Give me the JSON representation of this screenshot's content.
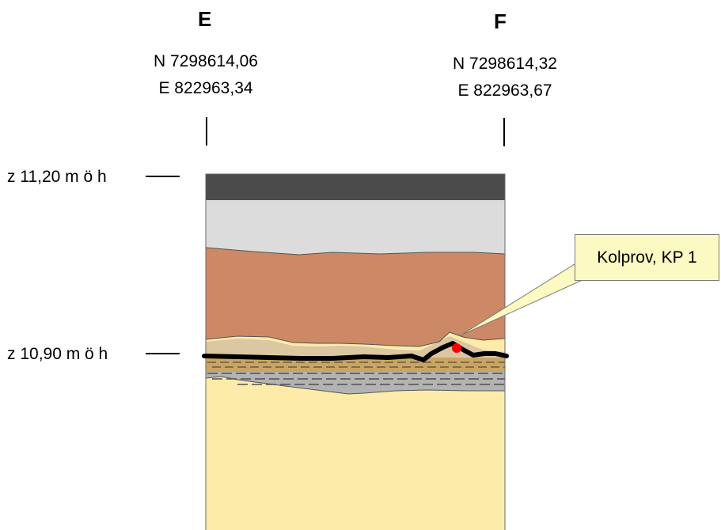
{
  "points": {
    "E": {
      "label": "E",
      "north": "N 7298614,06",
      "east": "E 822963,34"
    },
    "F": {
      "label": "F",
      "north": "N 7298614,32",
      "east": "E 822963,67"
    }
  },
  "elevations": {
    "top": "z 11,20 m ö h",
    "lower": "z 10,90 m ö h"
  },
  "sample": {
    "label": "Kolprov, KP 1",
    "marker_color": "#ff0000"
  },
  "layer_colors": {
    "asphalt": "#4b4b4b",
    "grey_fill": "#dcdcdc",
    "brown_fill": "#cd8866",
    "tan_fill": "#dcc7a3",
    "sand_dashed": "#c9a564",
    "grey_dashed": "#b3b3b3",
    "yellow_sand": "#fdeca9",
    "charcoal_line": "#000000",
    "callout_bg": "#fdf9c3"
  }
}
